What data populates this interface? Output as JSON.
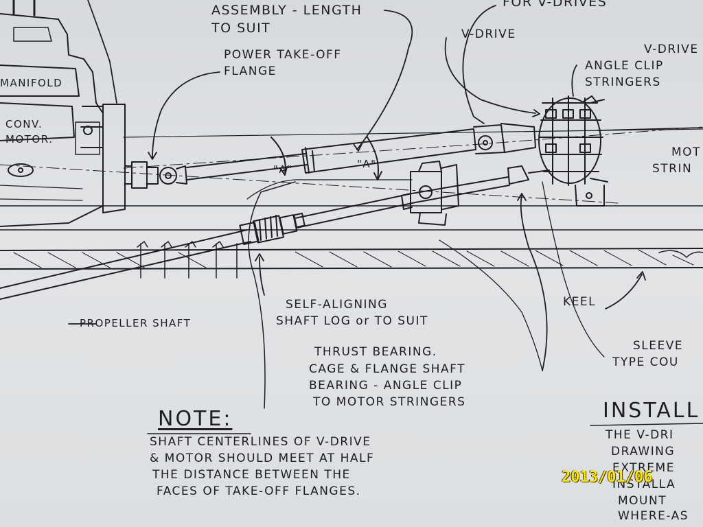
{
  "labels": {
    "assembly_length": "ASSEMBLY - LENGTH",
    "to_suit": "TO SUIT",
    "for_v_drives": "FOR V-DRIVES",
    "v_drive": "V-DRIVE",
    "v_drive_right": "V-DRIVE",
    "power_takeoff": "POWER TAKE-OFF",
    "flange": "FLANGE",
    "angle_clip": "ANGLE CLIP",
    "stringers": "STRINGERS",
    "manifold": "MANIFOLD",
    "conv": "CONV.",
    "motor": "MOTOR.",
    "angle_a1": "\"A\"",
    "angle_a2": "\"A\"",
    "motor_stringers_1": "MOT",
    "motor_stringers_2": "STRIN",
    "self_aligning": "SELF-ALIGNING",
    "shaft_log": "SHAFT LOG or TO SUIT",
    "propeller_shaft": "PROPELLER SHAFT",
    "keel": "KEEL",
    "sleeve": "SLEEVE",
    "type_cou": "TYPE COU",
    "thrust_1": "THRUST BEARING.",
    "thrust_2": "CAGE & FLANGE SHAFT",
    "thrust_3": "BEARING - ANGLE CLIP",
    "thrust_4": "TO MOTOR STRINGERS",
    "install_title": "INSTALL",
    "install_1": "THE V-DRI",
    "install_2": "DRAWING",
    "install_3": "EXTREME",
    "install_4": "INSTALLA",
    "install_5": "MOUNT",
    "install_6": "WHERE-AS"
  },
  "note": {
    "title": "NOTE:",
    "lines": [
      "SHAFT CENTERLINES OF V-DRIVE",
      "& MOTOR SHOULD MEET AT HALF",
      "THE DISTANCE BETWEEN THE",
      "FACES OF TAKE-OFF FLANGES."
    ]
  },
  "date_stamp": "2013/01/06",
  "colors": {
    "paper": "#dcdfe2",
    "ink": "#1e1e22",
    "stamp": "#ffe600"
  }
}
